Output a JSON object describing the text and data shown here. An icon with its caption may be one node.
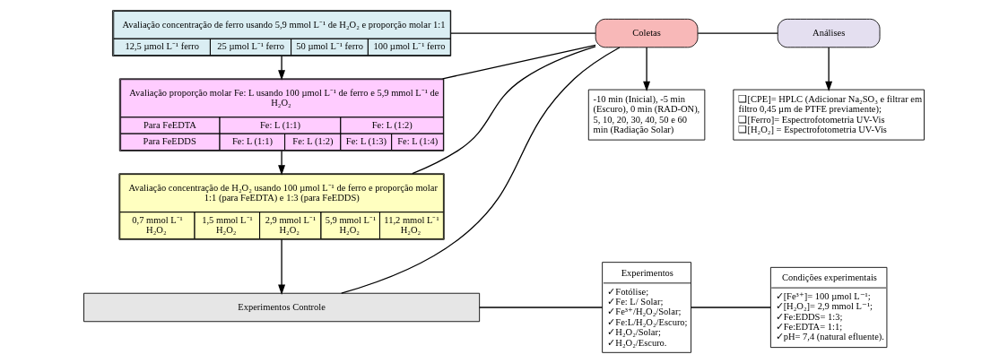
{
  "diagram": {
    "nodes": [
      {
        "text": [
          "Avaliação concentração de ferro usando 5,9 mmol L⁻¹ de H₂O₂ e proporção molar 1:1",
          "12,5 µmol L⁻¹ ferro",
          "25 µmol L⁻¹ ferro",
          "50 µmol L⁻¹ ferro",
          "100 µmol L⁻¹ ferro"
        ]
      },
      {
        "text": [
          "Avaliação proporção molar Fe: L usando 100 µmol L⁻¹ de ferro e 5,9 mmol L⁻¹ de H₂O₂",
          "Para FeEDTA",
          "Fe: L (1:1)",
          "Fe: L (1:2)",
          "Para FeEDDS",
          "Fe: L (1:1)",
          "Fe: L (1:2)",
          "Fe: L (1:3)",
          "Fe: L (1:4)"
        ]
      },
      {
        "text": [
          "Avaliação concentração de H₂O₂ usando 100 µmol L⁻¹ de ferro e proporção molar 1:1 (para FeEDTA) e 1:3 (para FeEDDS)",
          "0,7 mmol L⁻¹ H₂O₂",
          "1,5 mmol L⁻¹ H₂O₂",
          "2,9 mmol L⁻¹ H₂O₂",
          "5,9 mmol L⁻¹ H₂O₂",
          "11,2 mmol L⁻¹ H₂O₂"
        ]
      },
      {
        "text": [
          "Experimentos Controle"
        ]
      },
      {
        "text": [
          "Coletas"
        ]
      },
      {
        "text": [
          "Análises"
        ]
      },
      {
        "text": [
          "-10 min (Inicial), -5 min (Escuro), 0 min (RAD-ON), 5, 10, 20, 30, 40, 50 e 60 min (Radiação Solar)"
        ]
      },
      {
        "text": [
          "❑[CPE]= HPLC (Adicionar Na₂SO₃ e filtrar em filtro 0,45 µm de PTFE previamente);",
          "❑[Ferro]= Espectrofotometria UV-Vis",
          "❑[H₂O₂] = Espectrofotometria UV-Vis"
        ]
      },
      {
        "text": [
          "Experimentos",
          "✓Fotólise;",
          "✓Fe: L/ Solar;",
          "✓Fe³⁺/H₂O₂/Solar;",
          "✓Fe:L/H₂O₂/Escuro;",
          "✓H₂O₂/Solar;",
          "✓H₂O₂/Escuro."
        ]
      },
      {
        "text": [
          "Condições experimentais",
          "✓[Fe³⁺]= 100 µmol L⁻¹;",
          "✓[H₂O₂]= 2,9 mmol L⁻¹;",
          "✓Fe:EDDS= 1:3;",
          "✓Fe:EDTA= 1:1;",
          "✓pH= 7,4 (natural efluente)."
        ]
      }
    ],
    "edges": [
      {
        "from": 0,
        "to": 1,
        "arrow": "to"
      },
      {
        "from": 1,
        "to": 2,
        "arrow": "to"
      },
      {
        "from": 2,
        "to": 3,
        "arrow": "to"
      },
      {
        "from": 4,
        "to": 0,
        "arrow": "none"
      },
      {
        "from": 4,
        "to": 1,
        "arrow": "none"
      },
      {
        "from": 4,
        "to": 2,
        "arrow": "none"
      },
      {
        "from": 4,
        "to": 3,
        "arrow": "none"
      },
      {
        "from": 4,
        "to": 5,
        "arrow": "none"
      },
      {
        "from": 4,
        "to": 6,
        "arrow": "to"
      },
      {
        "from": 5,
        "to": 7,
        "arrow": "to"
      },
      {
        "from": 3,
        "to": 8,
        "arrow": "none"
      },
      {
        "from": 8,
        "to": 9,
        "arrow": "none"
      }
    ]
  }
}
